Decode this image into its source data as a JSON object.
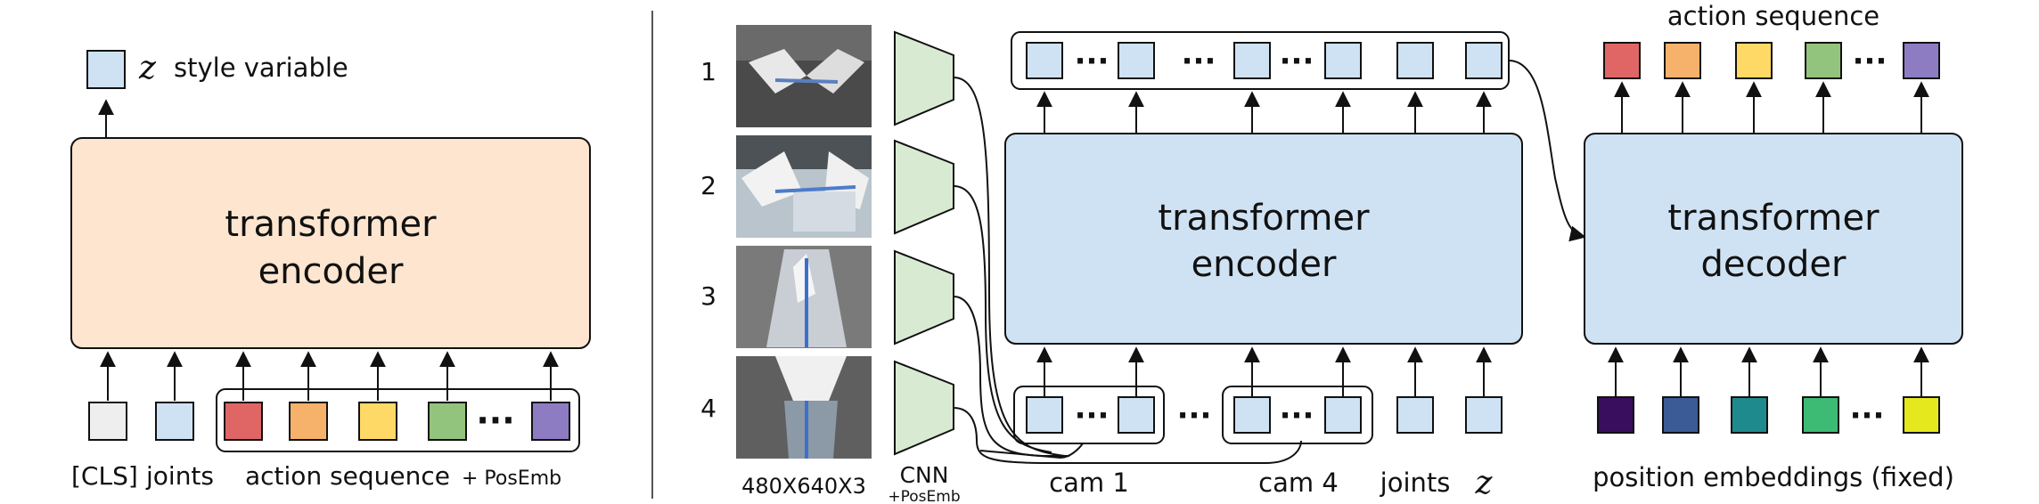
{
  "left": {
    "encoder": {
      "line1": "transformer",
      "line2": "encoder"
    },
    "z_symbol": "z",
    "style_label": "style variable",
    "cls_label": "[CLS]",
    "joints_label": "joints",
    "action_label": "action sequence",
    "posemb_small": "+ PosEmb",
    "dots": "···"
  },
  "right": {
    "row_numbers": [
      "1",
      "2",
      "3",
      "4"
    ],
    "image_size_label": "480X640X3",
    "cnn_label": "CNN",
    "cnn_posemb_label": "+PosEmb",
    "encoder": {
      "line1": "transformer",
      "line2": "encoder"
    },
    "decoder": {
      "line1": "transformer",
      "line2": "decoder"
    },
    "action_sequence_label": "action sequence",
    "cam1_label": "cam 1",
    "cam4_label": "cam 4",
    "joints_label": "joints",
    "z_symbol": "z",
    "position_embeddings_label": "position embeddings (fixed)",
    "dots": "···"
  },
  "colors": {
    "encoder_orange": "#fde5cf",
    "encoder_blue": "#cfe2f3",
    "token_blue": "#cfe2f3",
    "cls_gray": "#eeeeee",
    "cnn_green": "#d9ead3",
    "actions": [
      "#e06666",
      "#f6b26b",
      "#ffd966",
      "#93c47d",
      "#8e7cc3"
    ],
    "posemb": [
      "#3a0e5e",
      "#3a5b96",
      "#1f8a8e",
      "#3dbb74",
      "#e6e81e"
    ]
  }
}
